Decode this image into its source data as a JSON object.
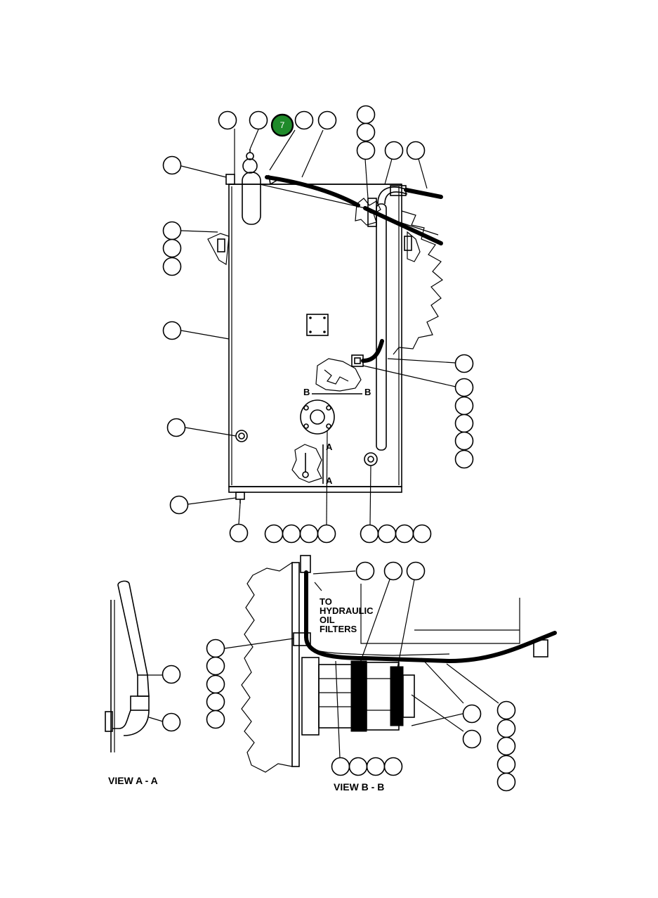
{
  "highlighted_callout": {
    "label": "7",
    "color": "#1f8a2a"
  },
  "section_a": {
    "title": "VIEW A - A",
    "mark_top": "A",
    "mark_bottom": "A"
  },
  "section_b": {
    "title": "VIEW B - B",
    "mark_left": "B",
    "mark_right": "B"
  },
  "note": {
    "line1": "TO",
    "line2": "HYDRAULIC",
    "line3": "OIL",
    "line4": "FILTERS"
  }
}
